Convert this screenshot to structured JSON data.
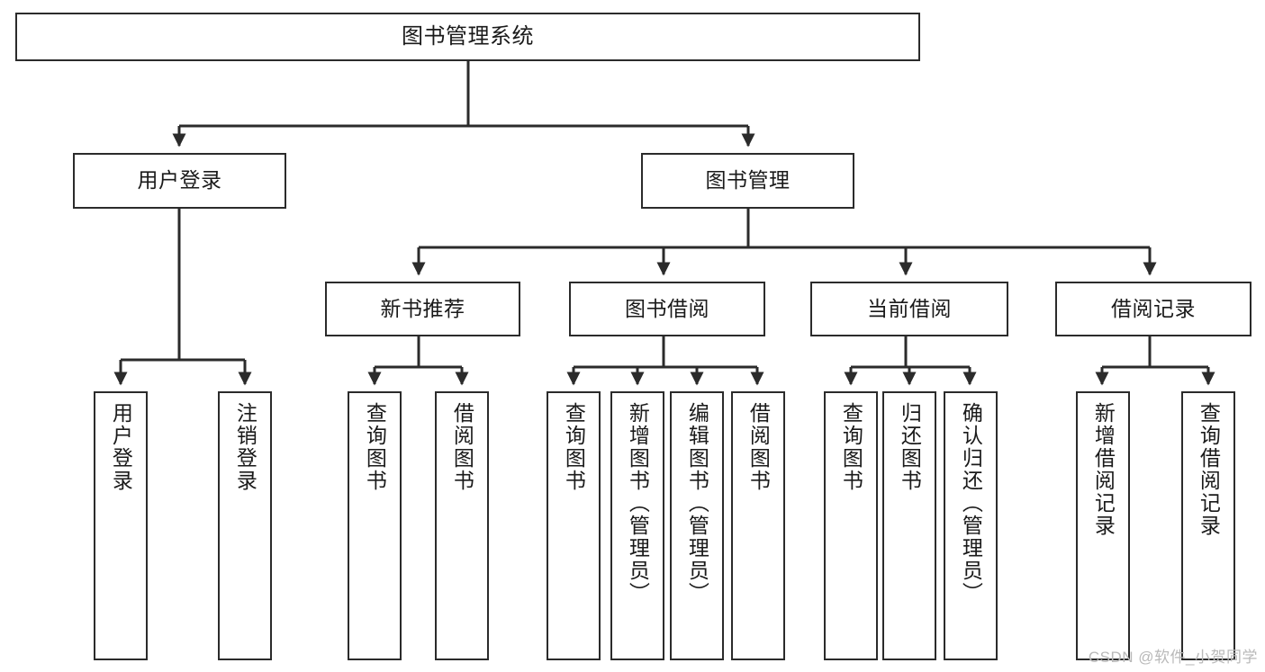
{
  "diagram": {
    "title": "图书管理系统",
    "type": "tree-hierarchy-diagram",
    "watermark": "CSDN @软件_小贺同学",
    "colors": {
      "stroke": "#2b2b2b",
      "fill": "#ffffff",
      "text": "#1a1a1a",
      "watermark": "#b9b9b9"
    }
  },
  "nodes": {
    "root": {
      "label": "图书管理系统"
    },
    "level2": [
      {
        "id": "user-login",
        "label": "用户登录"
      },
      {
        "id": "book-management",
        "label": "图书管理"
      }
    ],
    "level3": [
      {
        "id": "new-book-recommend",
        "label": "新书推荐"
      },
      {
        "id": "book-borrow",
        "label": "图书借阅"
      },
      {
        "id": "current-borrow",
        "label": "当前借阅"
      },
      {
        "id": "borrow-record",
        "label": "借阅记录"
      }
    ],
    "leaves": [
      {
        "id": "leaf-user-login",
        "label": "用户登录",
        "parent": "user-login"
      },
      {
        "id": "leaf-logout-login",
        "label": "注销登录",
        "parent": "user-login"
      },
      {
        "id": "leaf-query-book-1",
        "label": "查询图书",
        "parent": "new-book-recommend"
      },
      {
        "id": "leaf-borrow-book-1",
        "label": "借阅图书",
        "parent": "new-book-recommend"
      },
      {
        "id": "leaf-query-book-2",
        "label": "查询图书",
        "parent": "book-borrow"
      },
      {
        "id": "leaf-add-book",
        "label": "新增图书（管理员）",
        "parent": "book-borrow"
      },
      {
        "id": "leaf-edit-book",
        "label": "编辑图书（管理员）",
        "parent": "book-borrow"
      },
      {
        "id": "leaf-borrow-book-2",
        "label": "借阅图书",
        "parent": "book-borrow"
      },
      {
        "id": "leaf-query-book-3",
        "label": "查询图书",
        "parent": "current-borrow"
      },
      {
        "id": "leaf-return-book",
        "label": "归还图书",
        "parent": "current-borrow"
      },
      {
        "id": "leaf-confirm-return",
        "label": "确认归还（管理员）",
        "parent": "current-borrow"
      },
      {
        "id": "leaf-add-record",
        "label": "新增借阅记录",
        "parent": "borrow-record"
      },
      {
        "id": "leaf-query-record",
        "label": "查询借阅记录",
        "parent": "borrow-record"
      }
    ]
  }
}
